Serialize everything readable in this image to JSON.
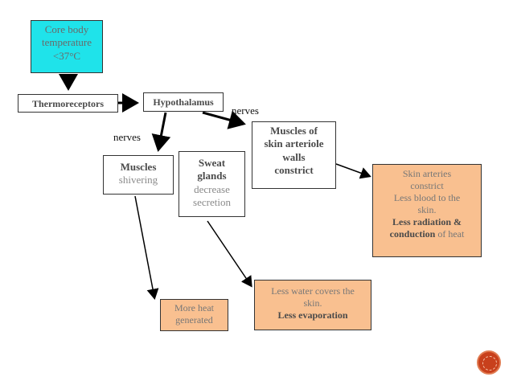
{
  "core": {
    "line1": "Core body",
    "line2": "temperature",
    "line3": "<37°C"
  },
  "thermoreceptors": "Thermoreceptors",
  "hypothalamus": "Hypothalamus",
  "nerves_right": "nerves",
  "nerves_left": "nerves",
  "muscles_shivering": {
    "line1": "Muscles",
    "line2": "shivering"
  },
  "sweat": {
    "line1": "Sweat",
    "line2": "glands",
    "line3": "decrease",
    "line4": "secretion"
  },
  "arteriole": {
    "line1": "Muscles of",
    "line2": "skin arteriole",
    "line3": "walls",
    "line4": "constrict"
  },
  "skin_arteries": {
    "line1": "Skin arteries",
    "line2": "constrict",
    "line3": "Less blood to the",
    "line4": "skin.",
    "line5": "Less radiation &",
    "line6a": "conduction",
    "line6b": " of heat"
  },
  "less_water": {
    "line1": "Less water covers the",
    "line2": "skin.",
    "line3": "Less evaporation"
  },
  "more_heat": {
    "line1": "More heat",
    "line2": "generated"
  },
  "colors": {
    "cyan": "#1fe3ea",
    "peach": "#f9c090"
  }
}
